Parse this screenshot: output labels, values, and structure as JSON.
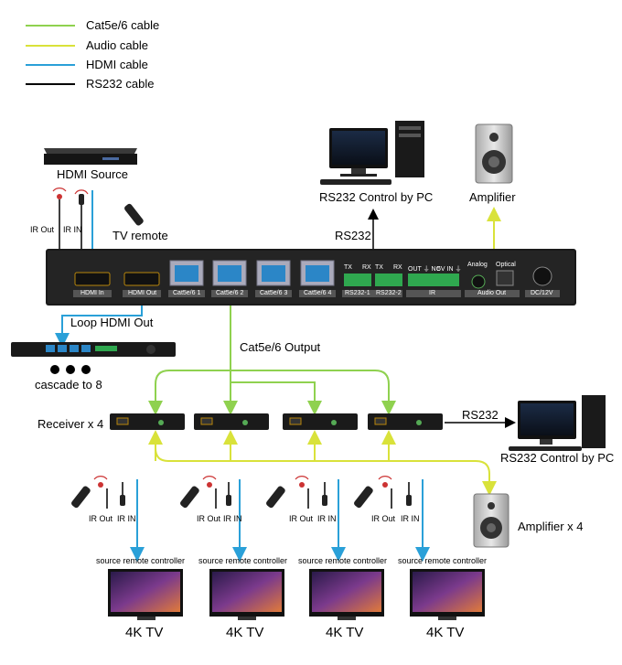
{
  "legend": [
    {
      "label": "Cat5e/6 cable",
      "color": "#8fd14f"
    },
    {
      "label": "Audio cable",
      "color": "#d9e23a"
    },
    {
      "label": "HDMI cable",
      "color": "#2aa0d8"
    },
    {
      "label": "RS232 cable",
      "color": "#000000"
    }
  ],
  "labels": {
    "hdmi_source": "HDMI Source",
    "rs232_pc_top": "RS232 Control by PC",
    "amplifier_top": "Amplifier",
    "ir_out_top": "IR Out",
    "ir_in_top": "IR IN",
    "tv_remote": "TV remote",
    "rs232_top": "RS232",
    "loop_hdmi": "Loop HDMI Out",
    "cascade": "cascade to 8",
    "cat_output": "Cat5e/6 Output",
    "receiver": "Receiver x 4",
    "rs232_right": "RS232",
    "rs232_pc_right": "RS232 Control by PC",
    "amplifier_x4": "Amplifier x 4"
  },
  "panel": {
    "hdmi_in": "HDMI In",
    "hdmi_out": "HDMI Out",
    "ports": [
      "Cat5e/6 1",
      "Cat5e/6 2",
      "Cat5e/6 3",
      "Cat5e/6 4"
    ],
    "rs232_1": "RS232-1",
    "rs232_2": "RS232-2",
    "ir": "IR",
    "audio_out": "Audio Out",
    "dc": "DC/12V",
    "analog": "Analog",
    "optical": "Optical",
    "tx": "TX",
    "rx": "RX",
    "out_nc": "OUT ⏚ NC",
    "five_v_in": "5V IN ⏚"
  },
  "zones": [
    {
      "ir_out": "IR Out",
      "ir_in": "IR IN",
      "remote": "source remote controller",
      "tv": "4K TV"
    },
    {
      "ir_out": "IR Out",
      "ir_in": "IR IN",
      "remote": "source remote controller",
      "tv": "4K TV"
    },
    {
      "ir_out": "IR Out",
      "ir_in": "IR IN",
      "remote": "source remote controller",
      "tv": "4K TV"
    },
    {
      "ir_out": "IR Out",
      "ir_in": "IR IN",
      "remote": "source remote controller",
      "tv": "4K TV"
    }
  ]
}
